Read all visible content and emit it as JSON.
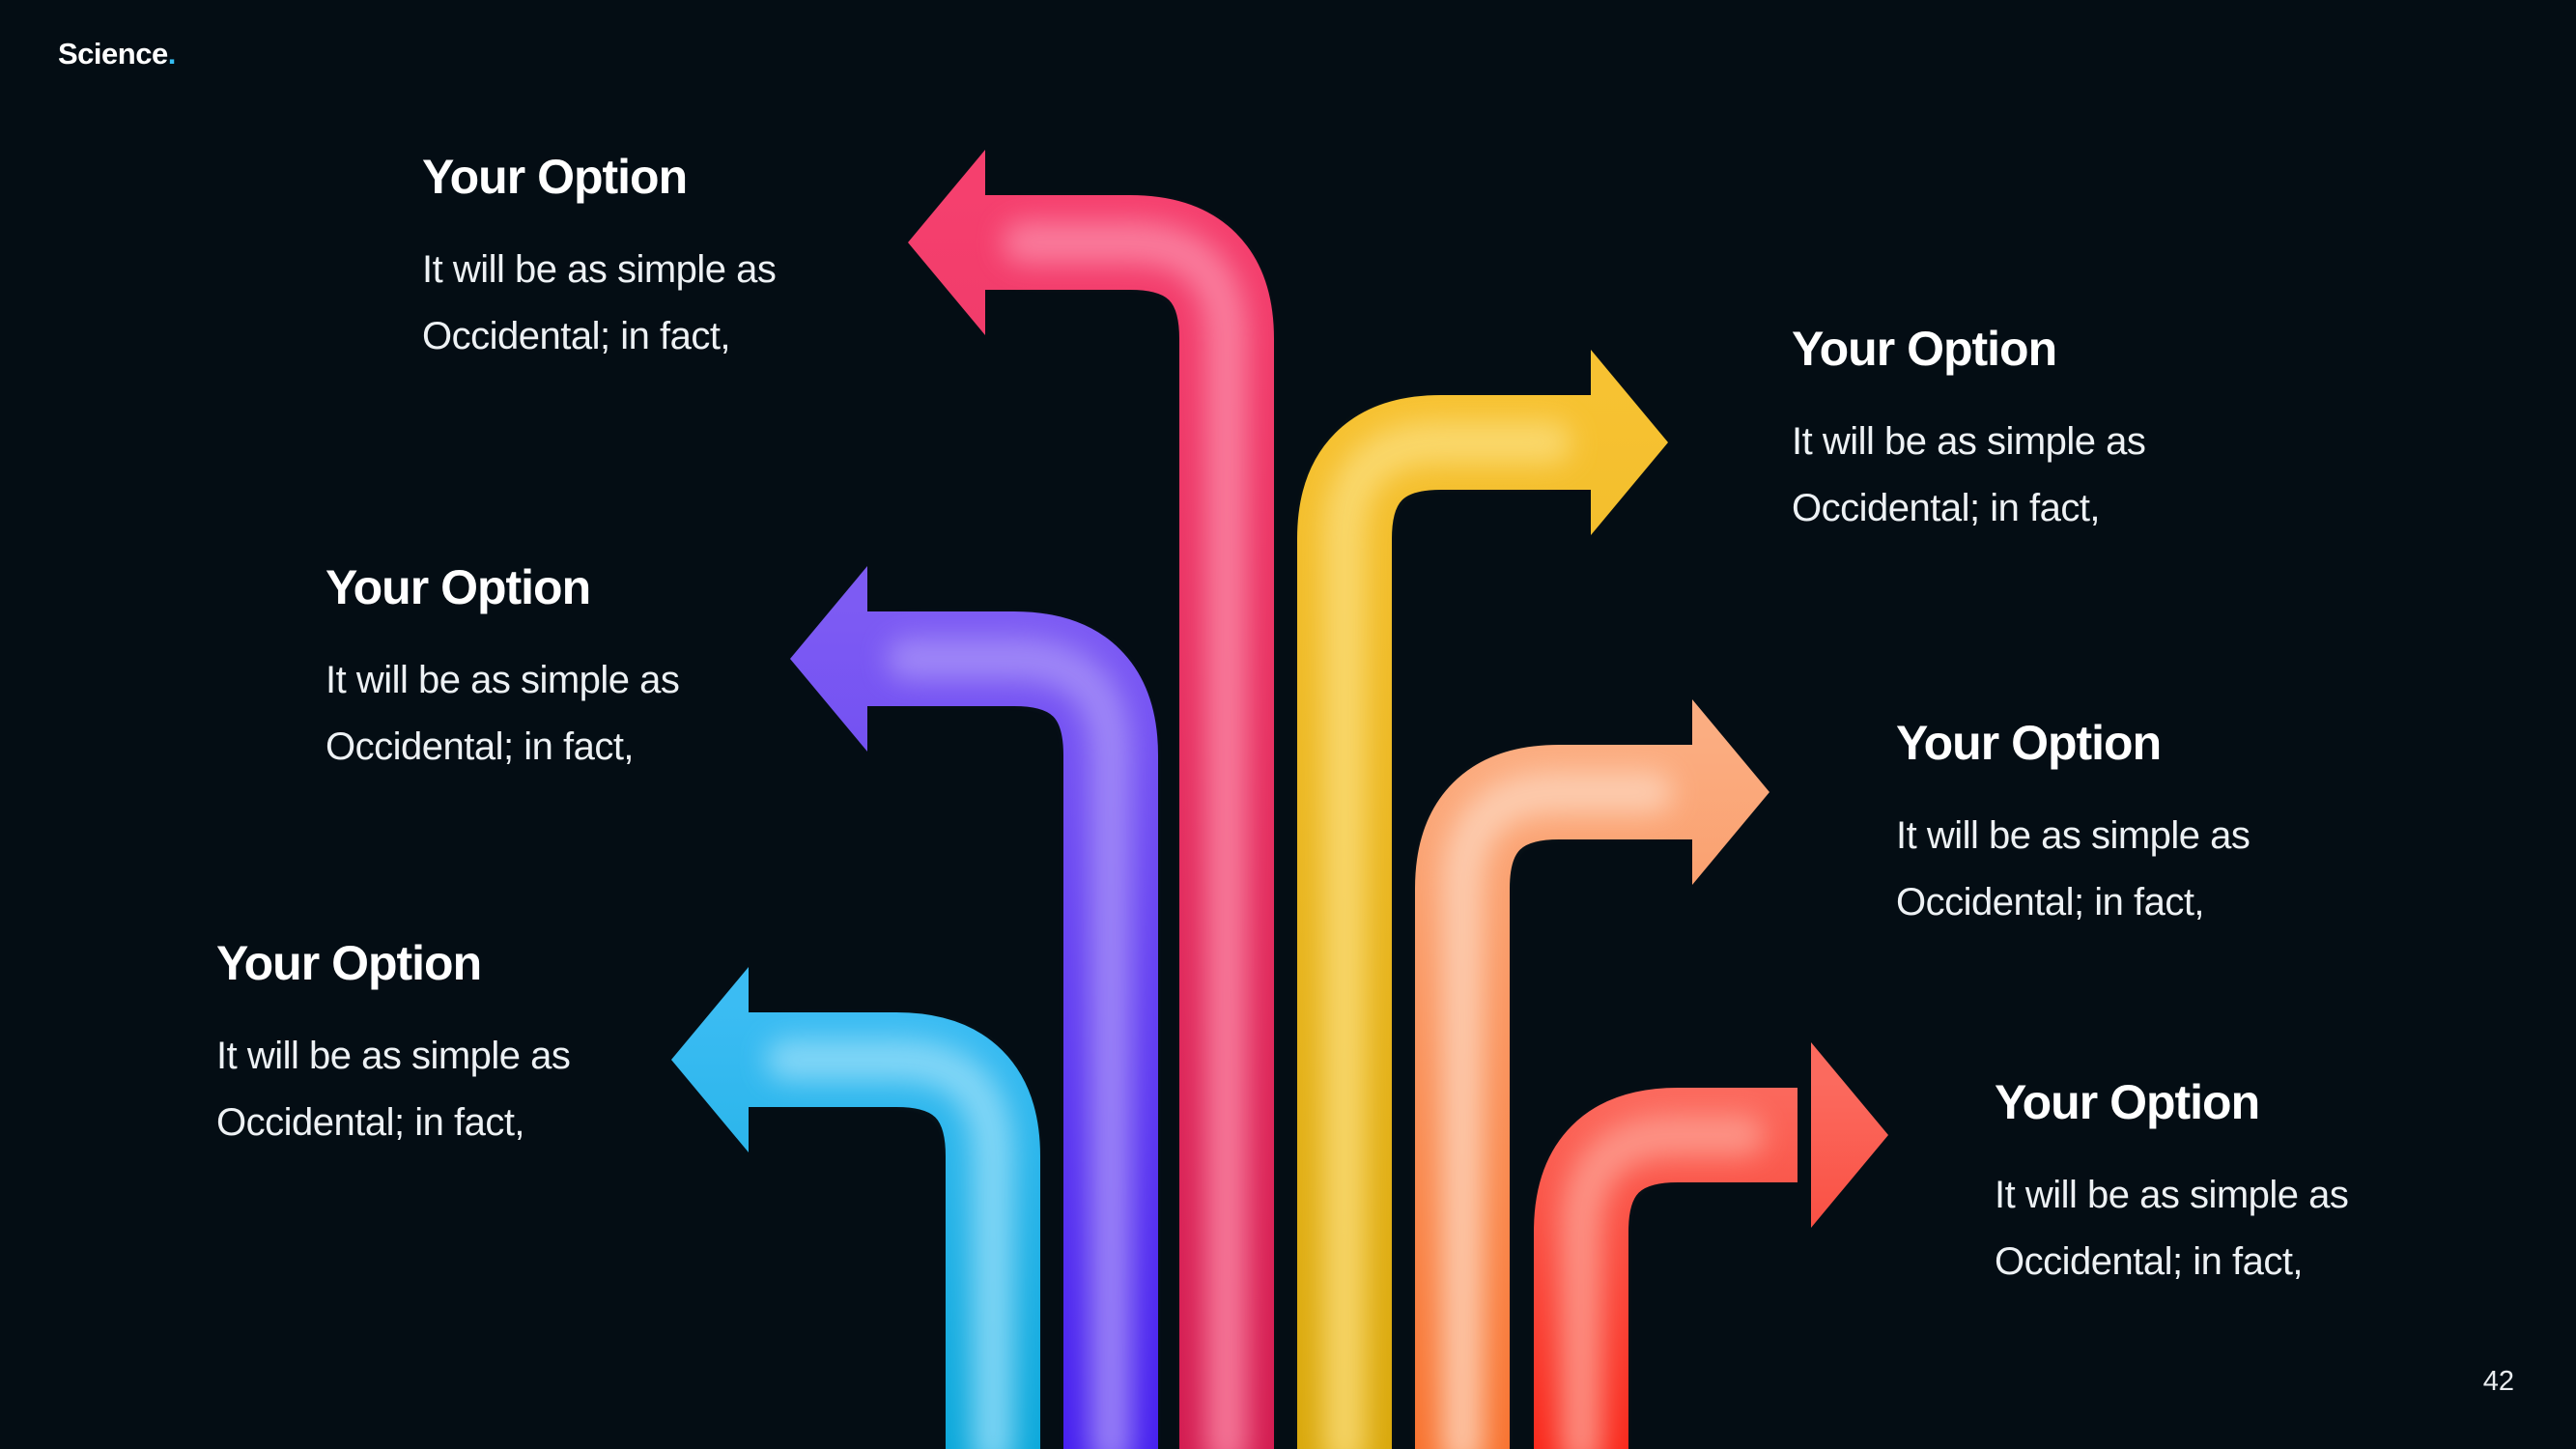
{
  "slide": {
    "background": "#040D14",
    "logo": {
      "text": "Science",
      "dot": ".",
      "dot_color": "#35BEF3"
    },
    "page_number": "42"
  },
  "options": [
    {
      "position": "top-left",
      "arrow": "pink",
      "direction": "left",
      "title": "Your Option",
      "line1": "It will be as simple as",
      "line2": "Occidental; in fact,"
    },
    {
      "position": "top-right",
      "arrow": "yellow",
      "direction": "right",
      "title": "Your Option",
      "line1": "It will be as simple as",
      "line2": "Occidental; in fact,"
    },
    {
      "position": "middle-left",
      "arrow": "purple",
      "direction": "left",
      "title": "Your Option",
      "line1": "It will be as simple as",
      "line2": "Occidental; in fact,"
    },
    {
      "position": "middle-right",
      "arrow": "peach",
      "direction": "right",
      "title": "Your Option",
      "line1": "It will be as simple as",
      "line2": "Occidental; in fact,"
    },
    {
      "position": "bottom-left",
      "arrow": "blue",
      "direction": "left",
      "title": "Your Option",
      "line1": "It will be as simple as",
      "line2": "Occidental; in fact,"
    },
    {
      "position": "bottom-right",
      "arrow": "red",
      "direction": "right",
      "title": "Your Option",
      "line1": "It will be as simple as",
      "line2": "Occidental; in fact,"
    }
  ],
  "arrows": {
    "pink": {
      "top": "#F5406E",
      "bottom": "#D31C51",
      "highlight": "#FB86A4"
    },
    "yellow": {
      "top": "#F7C232",
      "bottom": "#D9A80C",
      "highlight": "#FBDC77"
    },
    "purple": {
      "top": "#7D5BF3",
      "bottom": "#4620EF",
      "highlight": "#A58FF8"
    },
    "peach": {
      "top": "#FBAD81",
      "bottom": "#F87330",
      "highlight": "#FDD2B8"
    },
    "blue": {
      "top": "#3BBCF3",
      "bottom": "#0CA8DA",
      "highlight": "#8FDBF8"
    },
    "red": {
      "top": "#FB6A5E",
      "bottom": "#F9291C",
      "highlight": "#FD9C8F"
    }
  }
}
